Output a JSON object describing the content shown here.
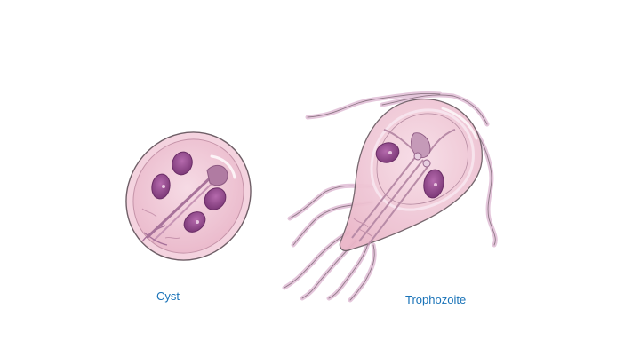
{
  "labels": {
    "cyst": "Cyst",
    "trophozoite": "Trophozoite"
  },
  "colors": {
    "label": "#1a73b8",
    "body_fill": "#f3cfdb",
    "body_fill_light": "#f8e2ea",
    "outline": "#7a6670",
    "nucleus": "#9b4d93",
    "nucleus_dark": "#6e2f69",
    "flagella": "#e3c6dc",
    "median": "#a8739b"
  },
  "icons": {
    "cyst": "giardia-cyst-illustration",
    "trophozoite": "giardia-trophozoite-illustration"
  }
}
